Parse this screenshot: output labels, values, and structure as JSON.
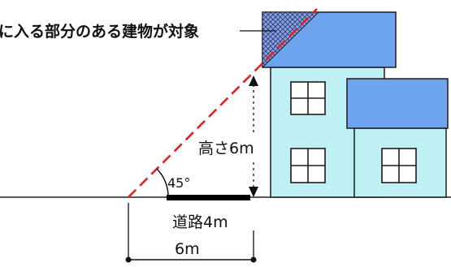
{
  "labels": {
    "callout": "に入る部分のある建物が対象",
    "height": "高さ6m",
    "angle": "45°",
    "road": "道路4m",
    "distance": "6m"
  },
  "colors": {
    "roof": "#6ea4ee",
    "wall": "#bff0f4",
    "outline": "#1c1c1c",
    "slant_line": "#e02020",
    "hatch": "#3a3a6a",
    "road": "#000000"
  }
}
